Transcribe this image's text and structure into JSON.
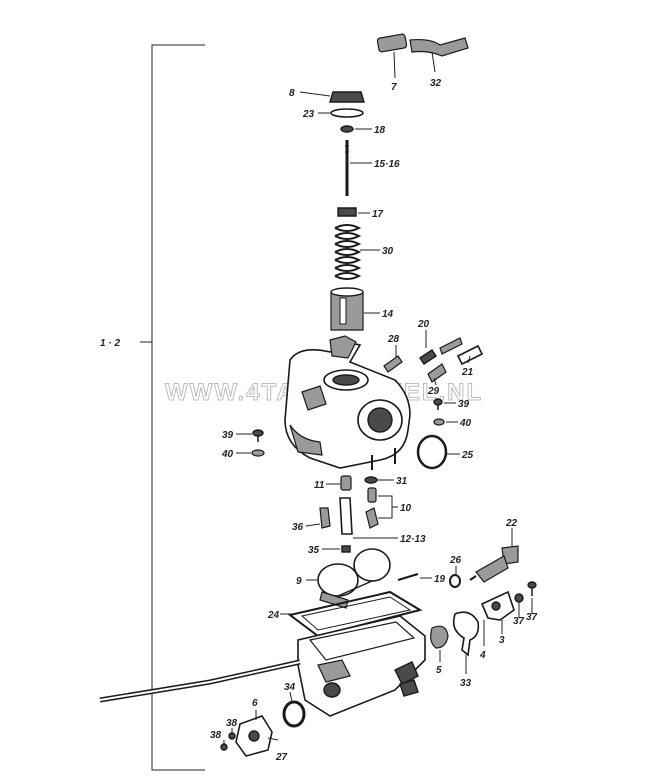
{
  "watermark": "WWW.4TAKTWINKEL.NL",
  "assembly_label": "1 · 2",
  "callouts": {
    "c8": "8",
    "c7": "7",
    "c32": "32",
    "c23": "23",
    "c18": "18",
    "c15": "15·16",
    "c17": "17",
    "c30": "30",
    "c14": "14",
    "c28": "28",
    "c20": "20",
    "c21": "21",
    "c29": "29",
    "c39r": "39",
    "c40r": "40",
    "c39l": "39",
    "c40l": "40",
    "c25": "25",
    "c11": "11",
    "c31": "31",
    "c10": "10",
    "c36": "36",
    "c12": "12·13",
    "c35": "35",
    "c22": "22",
    "c26": "26",
    "c9": "9",
    "c19": "19",
    "c24": "24",
    "c37a": "37",
    "c37b": "37",
    "c3": "3",
    "c4": "4",
    "c5": "5",
    "c33": "33",
    "c6": "6",
    "c34": "34",
    "c38a": "38",
    "c38b": "38",
    "c27": "27"
  }
}
